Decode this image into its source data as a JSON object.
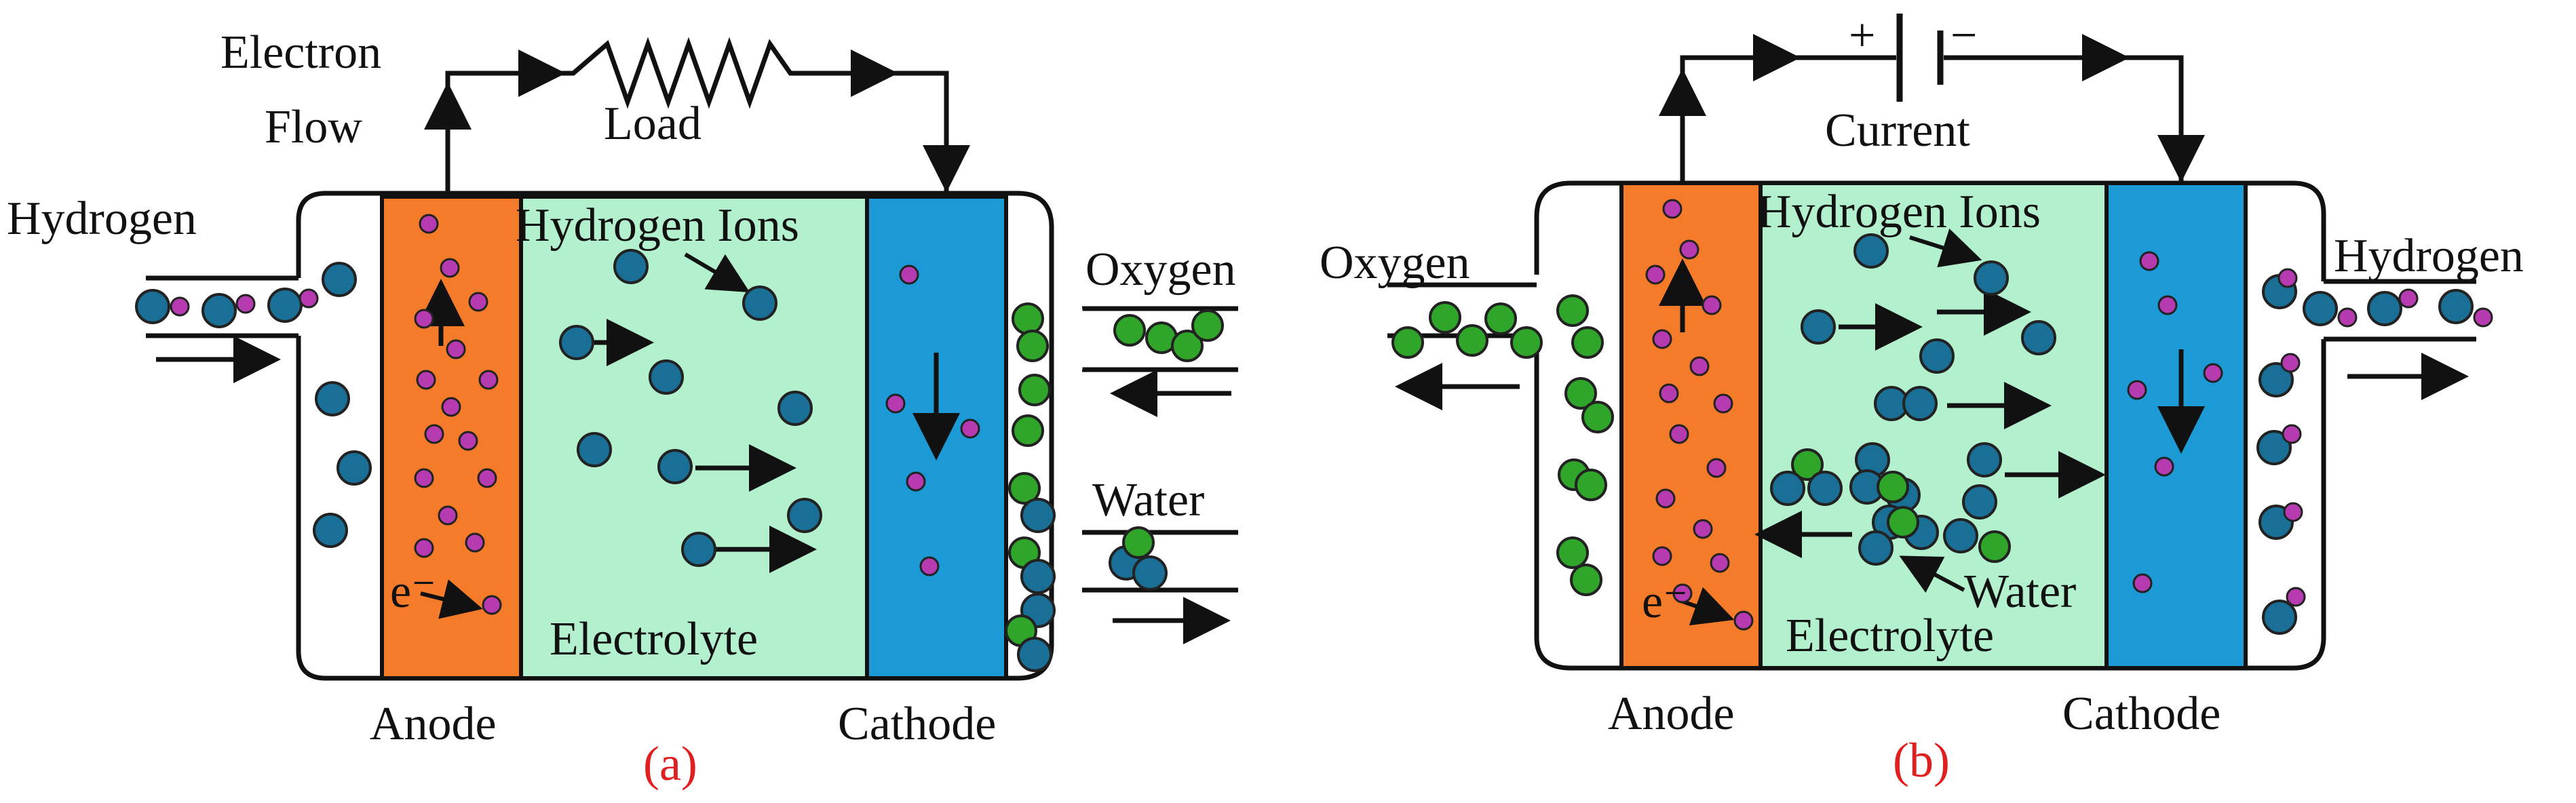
{
  "colors": {
    "anode": "#f47b2a",
    "electrolyte": "#b2f0ce",
    "cathode": "#1b9ad6",
    "hydrogen_atom": "#1a6f96",
    "electron": "#b63ab0",
    "oxygen_atom": "#2fa52a",
    "caption": "#e02020",
    "outline": "#111111"
  },
  "panel_a": {
    "caption": "(a)",
    "labels": {
      "electron_flow_line1": "Electron",
      "electron_flow_line2": "Flow",
      "load": "Load",
      "hydrogen": "Hydrogen",
      "oxygen": "Oxygen",
      "water": "Water",
      "hydrogen_ions": "Hydrogen Ions",
      "electrolyte": "Electrolyte",
      "anode": "Anode",
      "cathode": "Cathode",
      "electron_symbol": "e⁻"
    }
  },
  "panel_b": {
    "caption": "(b)",
    "labels": {
      "plus": "+",
      "minus": "−",
      "current": "Current",
      "oxygen": "Oxygen",
      "hydrogen": "Hydrogen",
      "hydrogen_ions": "Hydrogen Ions",
      "water": "Water",
      "electrolyte": "Electrolyte",
      "anode": "Anode",
      "cathode": "Cathode",
      "electron_symbol": "e⁻"
    }
  }
}
